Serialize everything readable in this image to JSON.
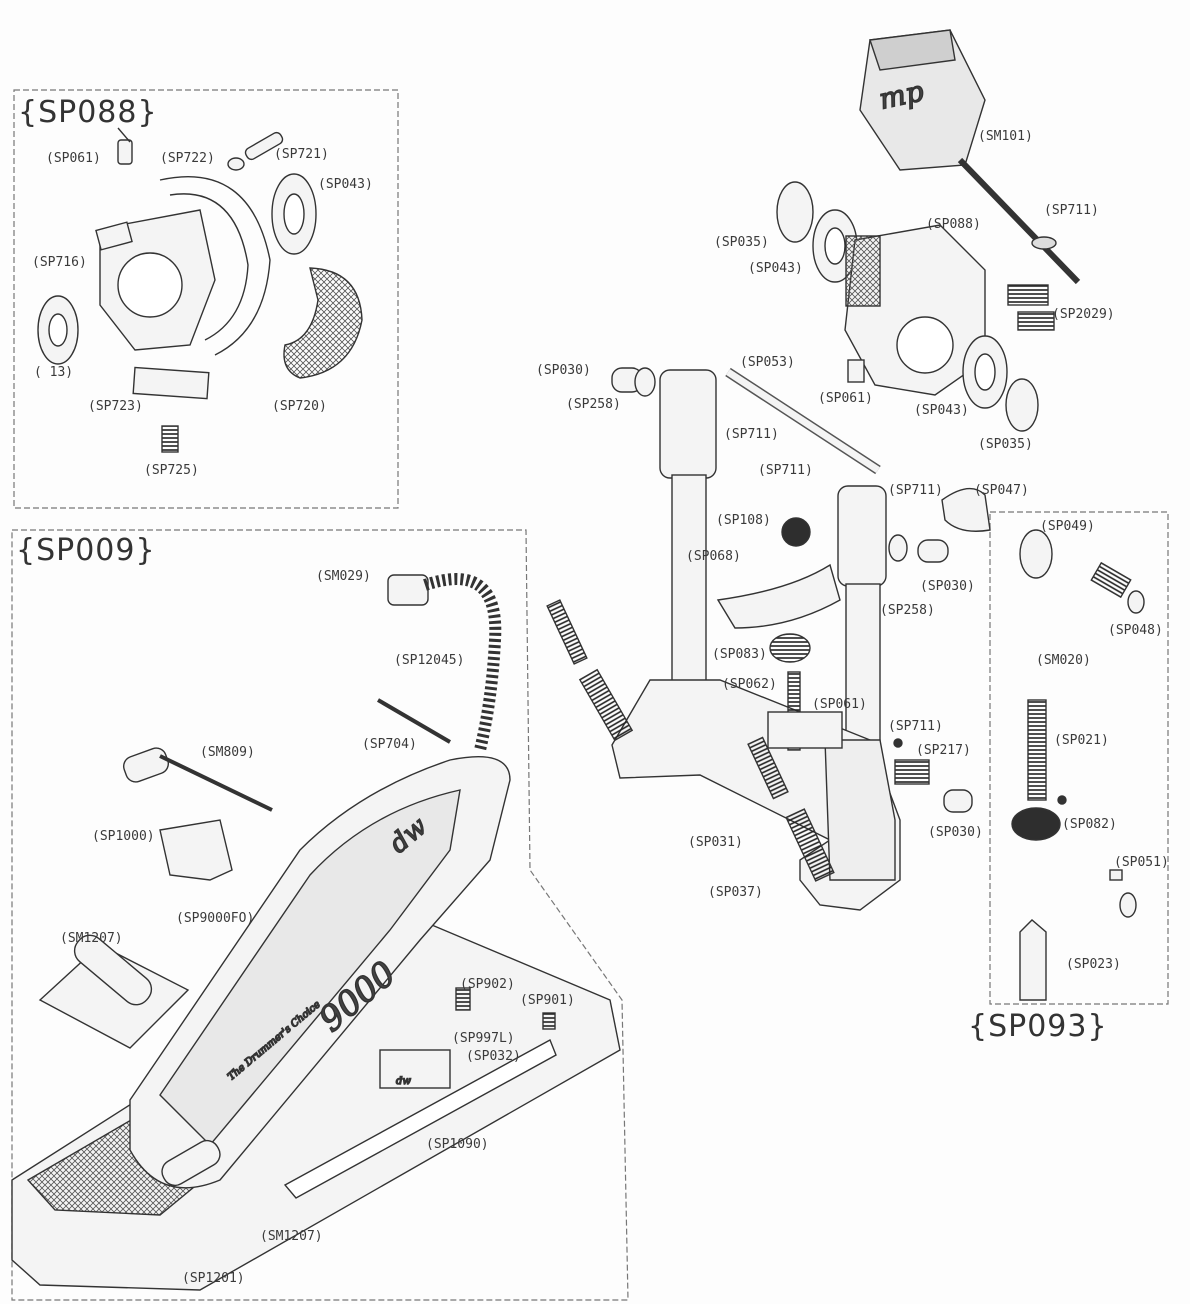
{
  "groups": {
    "sp088": "{SP088}",
    "sp009": "{SP009}",
    "sp093": "{SP093}"
  },
  "labels": {
    "sp088_box": {
      "sp061": "(SP061)",
      "sp722": "(SP722)",
      "sp721": "(SP721)",
      "sp043": "(SP043)",
      "sp716": "(SP716)",
      "partial_13": "(  13)",
      "sp723": "(SP723)",
      "sp720": "(SP720)",
      "sp725": "(SP725)"
    },
    "upper": {
      "sm101": "(SM101)",
      "sp711_beater": "(SP711)",
      "sp088": "(SP088)",
      "sp035_top": "(SP035)",
      "sp043_top": "(SP043)",
      "sp2029": "(SP2029)",
      "sp030_top": "(SP030)",
      "sp053": "(SP053)",
      "sp258_top": "(SP258)",
      "sp711_left": "(SP711)",
      "sp061_hub": "(SP061)",
      "sp043_hub": "(SP043)",
      "sp035_hub": "(SP035)"
    },
    "frame": {
      "sp711_mid": "(SP711)",
      "sp711_right": "(SP711)",
      "sp047": "(SP047)",
      "sp108": "(SP108)",
      "sp068": "(SP068)",
      "sp030_mid": "(SP030)",
      "sp258_mid": "(SP258)",
      "sp083": "(SP083)",
      "sp062": "(SP062)",
      "sp061_base": "(SP061)",
      "sp711_low": "(SP711)",
      "sp217": "(SP217)",
      "sp030_low": "(SP030)",
      "sp031": "(SP031)",
      "sp037": "(SP037)"
    },
    "sp093_box": {
      "sp049": "(SP049)",
      "sp048": "(SP048)",
      "sm020": "(SM020)",
      "sp021": "(SP021)",
      "sp082": "(SP082)",
      "sp051": "(SP051)",
      "sp023": "(SP023)"
    },
    "sp009_box": {
      "sm029": "(SM029)",
      "sp12045": "(SP12045)",
      "sp704": "(SP704)",
      "sm809": "(SM809)",
      "sp1000": "(SP1000)",
      "sp9000fo": "(SP9000FO)",
      "sm1207_hinge": "(SM1207)",
      "sp902": "(SP902)",
      "sp901": "(SP901)",
      "sp997l": "(SP997L)",
      "sp032": "(SP032)",
      "sp1090": "(SP1090)",
      "sm1207_heel": "(SM1207)",
      "sp1201": "(SP1201)"
    }
  },
  "artwork": {
    "beater_logo": "mp",
    "plate_logo": "dw",
    "plate_number": "9000",
    "plate_script": "The Drummer's Choice",
    "stamp": "dw"
  },
  "colors": {
    "ink": "#3a3a3a",
    "dashed_border": "#777777",
    "part_fill": "#f4f4f4",
    "dark_fill": "#2e2e2e"
  }
}
